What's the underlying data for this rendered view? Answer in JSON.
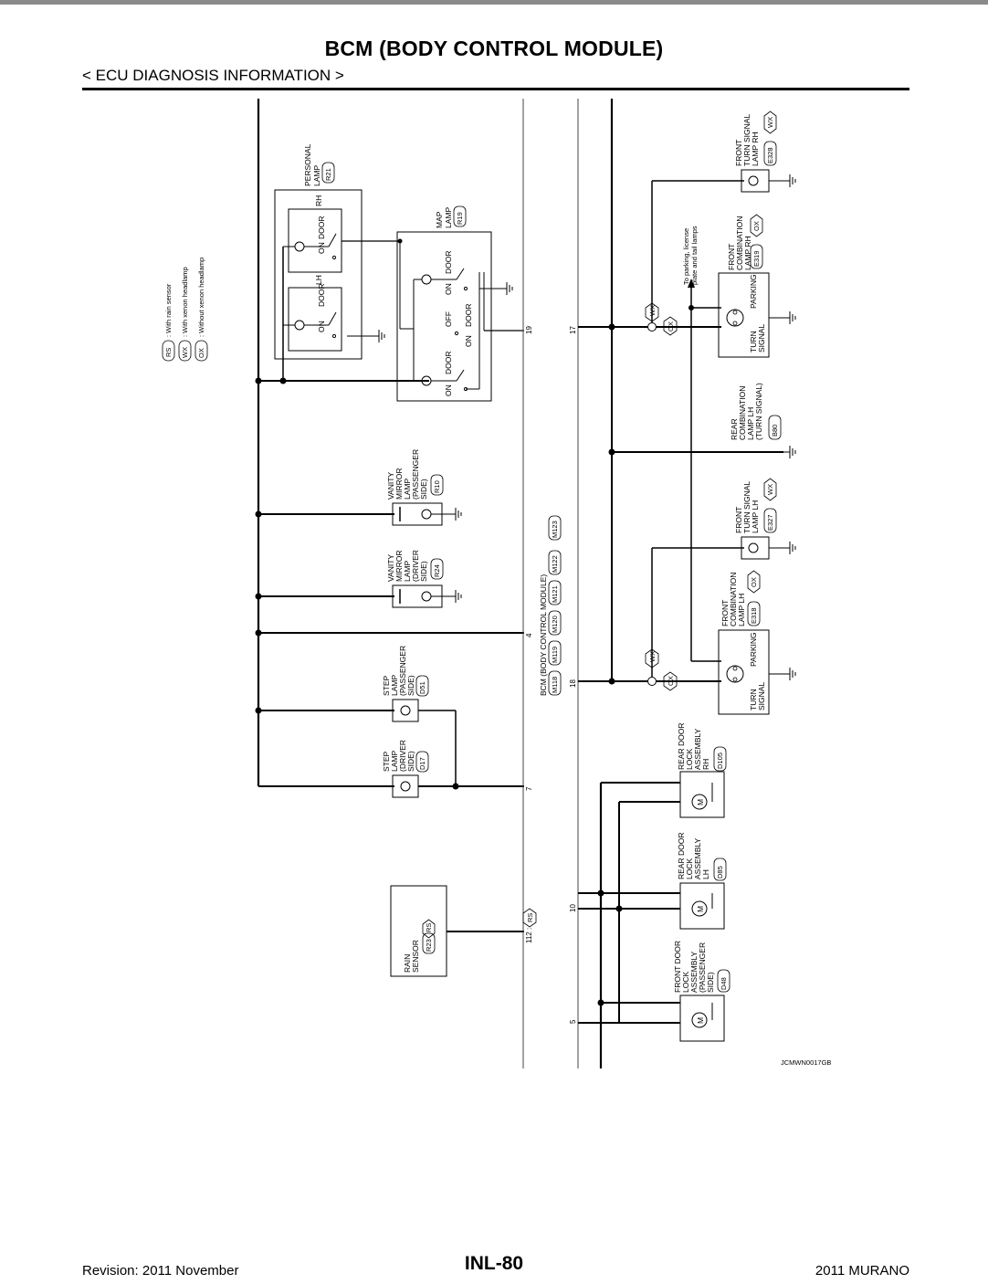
{
  "header": {
    "title": "BCM (BODY CONTROL MODULE)",
    "section": "< ECU DIAGNOSIS INFORMATION >"
  },
  "legend": [
    {
      "code": "RS",
      "text": ": With rain sensor"
    },
    {
      "code": "WX",
      "text": ": With xenon headlamp"
    },
    {
      "code": "OX",
      "text": ": Without xenon headlamp"
    }
  ],
  "components": {
    "personal_lamp": {
      "lines": [
        "PERSONAL",
        "LAMP"
      ],
      "connector": "R21",
      "lh": "LH",
      "rh": "RH",
      "on": "ON",
      "door": "DOOR"
    },
    "map_lamp": {
      "lines": [
        "MAP",
        "LAMP"
      ],
      "connector": "R19",
      "on": "ON",
      "off": "OFF",
      "door": "DOOR"
    },
    "vanity_passenger": {
      "lines": [
        "VANITY",
        "MIRROR",
        "LAMP",
        "(PASSENGER",
        "SIDE)"
      ],
      "connector": "R10"
    },
    "vanity_driver": {
      "lines": [
        "VANITY",
        "MIRROR",
        "LAMP",
        "(DRIVER",
        "SIDE)"
      ],
      "connector": "R24"
    },
    "step_passenger": {
      "lines": [
        "STEP",
        "LAMP",
        "(PASSENGER",
        "SIDE)"
      ],
      "connector": "D51"
    },
    "step_driver": {
      "lines": [
        "STEP",
        "LAMP",
        "(DRIVER",
        "SIDE)"
      ],
      "connector": "D17"
    },
    "rain_sensor": {
      "lines": [
        "RAIN",
        "SENSOR"
      ],
      "connector": "R23",
      "option": "RS"
    },
    "bcm": {
      "label": "BCM (BODY CONTROL MODULE)",
      "connectors": [
        "M118",
        "M119",
        "M120",
        "M121",
        "M122",
        "M123"
      ]
    },
    "front_turn_rh": {
      "lines": [
        "FRONT",
        "TURN SIGNAL",
        "LAMP RH"
      ],
      "connector": "E328",
      "option": "WX"
    },
    "front_comb_rh": {
      "lines": [
        "FRONT",
        "COMBINATION",
        "LAMP RH"
      ],
      "connector": "E319",
      "option": "OX",
      "turn": [
        "TURN",
        "SIGNAL"
      ],
      "parking": "PARKING"
    },
    "note": [
      "To parking, license",
      "plate and tail lamps"
    ],
    "rear_comb_lh": {
      "lines": [
        "REAR",
        "COMBINATION",
        "LAMP LH",
        "(TURN SIGNAL)"
      ],
      "connector": "B80"
    },
    "front_turn_lh": {
      "lines": [
        "FRONT",
        "TURN SIGNAL",
        "LAMP LH"
      ],
      "connector": "E327",
      "option": "WX"
    },
    "front_comb_lh": {
      "lines": [
        "FRONT",
        "COMBINATION",
        "LAMP LH"
      ],
      "connector": "E318",
      "option": "OX",
      "turn": [
        "TURN",
        "SIGNAL"
      ],
      "parking": "PARKING"
    },
    "rear_door_rh": {
      "lines": [
        "REAR DOOR",
        "LOCK",
        "ASSEMBLY",
        "RH"
      ],
      "connector": "D105"
    },
    "rear_door_lh": {
      "lines": [
        "REAR DOOR",
        "LOCK",
        "ASSEMBLY",
        "LH"
      ],
      "connector": "D85"
    },
    "front_door_pass": {
      "lines": [
        "FRONT DOOR",
        "LOCK",
        "ASSEMBLY",
        "(PASSENGER",
        "SIDE)"
      ],
      "connector": "D48"
    }
  },
  "pins": {
    "p19": "19",
    "p17": "17",
    "p4": "4",
    "p18": "18",
    "p7": "7",
    "p112": "112 :",
    "p112opt": "RS",
    "p10": "10",
    "p5": "5"
  },
  "harness_options": {
    "wx": "WX",
    "ox": "OX"
  },
  "motor": "M",
  "diagram_id": "JCMWN0017GB",
  "footer": {
    "revision": "Revision: 2011 November",
    "page": "INL-80",
    "model": "2011 MURANO"
  }
}
